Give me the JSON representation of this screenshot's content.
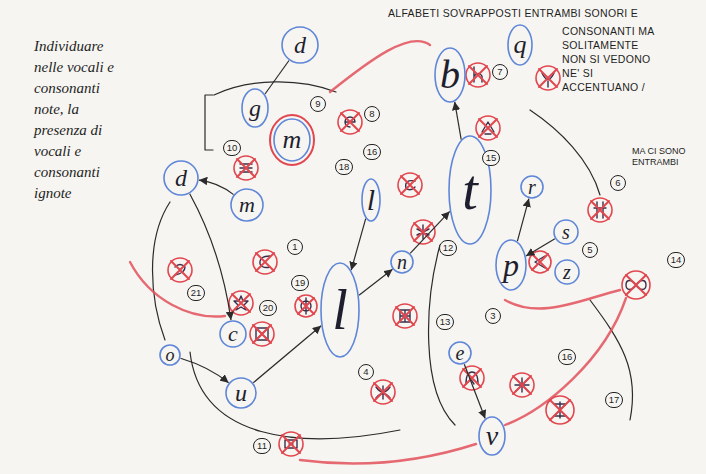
{
  "diagram": {
    "nodes": [
      {
        "text": [
          "d"
        ]
      },
      {
        "text": [
          "b"
        ]
      },
      {
        "text": [
          "q"
        ]
      },
      {
        "text": [
          "g"
        ]
      },
      {
        "text": [
          "m"
        ]
      },
      {
        "text": [
          "d"
        ]
      },
      {
        "text": [
          "l"
        ]
      },
      {
        "text": [
          "t"
        ]
      },
      {
        "text": [
          "m"
        ]
      },
      {
        "text": [
          "r"
        ]
      },
      {
        "text": [
          "s"
        ]
      },
      {
        "text": [
          "n"
        ]
      },
      {
        "text": [
          "p"
        ]
      },
      {
        "text": [
          "z"
        ]
      },
      {
        "text": [
          "l"
        ]
      },
      {
        "text": [
          "c"
        ]
      },
      {
        "text": [
          "e"
        ]
      },
      {
        "text": [
          "o"
        ]
      },
      {
        "text": [
          "u"
        ]
      },
      {
        "text": [
          "v"
        ]
      }
    ],
    "edges": [
      {
        "from": 0,
        "to": 3,
        "arrow": "none"
      },
      {
        "from": 8,
        "to": 5,
        "arrow": "to"
      },
      {
        "from": 5,
        "to": 15,
        "arrow": "to"
      },
      {
        "from": 18,
        "to": 14,
        "arrow": "to"
      },
      {
        "from": 14,
        "to": 11,
        "arrow": "to"
      },
      {
        "from": 11,
        "to": 7,
        "arrow": "to"
      },
      {
        "from": 7,
        "to": 1,
        "arrow": "to"
      },
      {
        "from": 12,
        "to": 9,
        "arrow": "to"
      },
      {
        "from": 16,
        "to": 19,
        "arrow": "to"
      },
      {
        "from": 10,
        "to": 12,
        "arrow": "to"
      },
      {
        "from": 17,
        "to": 18,
        "arrow": "to"
      },
      {
        "from": 6,
        "to": 14,
        "arrow": "to"
      }
    ],
    "labels": [
      "Individuare nelle vocali e consonanti note, la presenza di vocali e consonanti ignote",
      "ALFABETI SOVRAPPOSTI ENTRAMBI SONORI E",
      "CONSONANTI MA SOLITAMENTE NON SI VEDONO NE' SI ACCENTUANO /",
      "MA CI SONO ENTRAMBI",
      "7",
      "9",
      "8",
      "10",
      "18",
      "16",
      "15",
      "6",
      "1",
      "12",
      "5",
      "14",
      "21",
      "20",
      "19",
      "13",
      "3",
      "4",
      "16",
      "17",
      "11"
    ]
  }
}
